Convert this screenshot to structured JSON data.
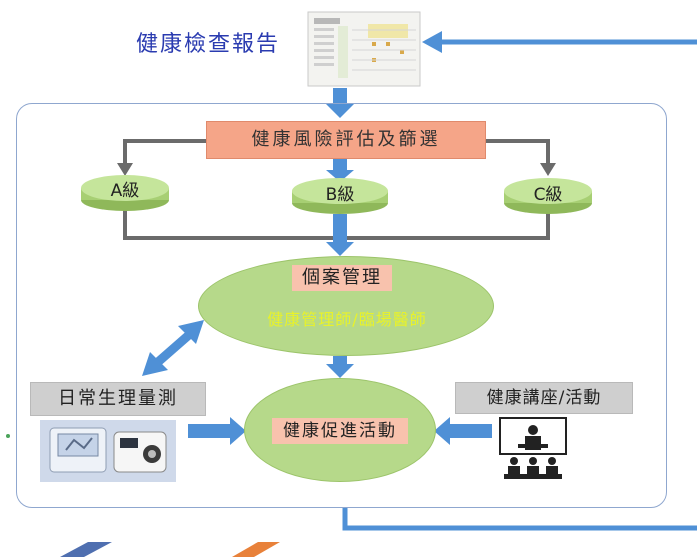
{
  "report": {
    "title": "健康檢查報告"
  },
  "flow": {
    "risk_assessment": "健康風險評估及篩選",
    "grades": [
      "A級",
      "B級",
      "C級"
    ],
    "case_management": {
      "title": "個案管理",
      "subtitle": "健康管理師/臨場醫師"
    },
    "daily_measurement": "日常生理量測",
    "lecture_activity": "健康講座/活動",
    "health_promotion": "健康促進活動"
  },
  "colors": {
    "arrow_blue": "#4f90d6",
    "connector_gray": "#6b6b6b",
    "risk_box": "#f5a588",
    "ellipse_green": "#b6d98a",
    "tag_gray": "#cfcfcf",
    "frame_border": "#8fa7cf",
    "title_blue": "#2a3bb0"
  }
}
